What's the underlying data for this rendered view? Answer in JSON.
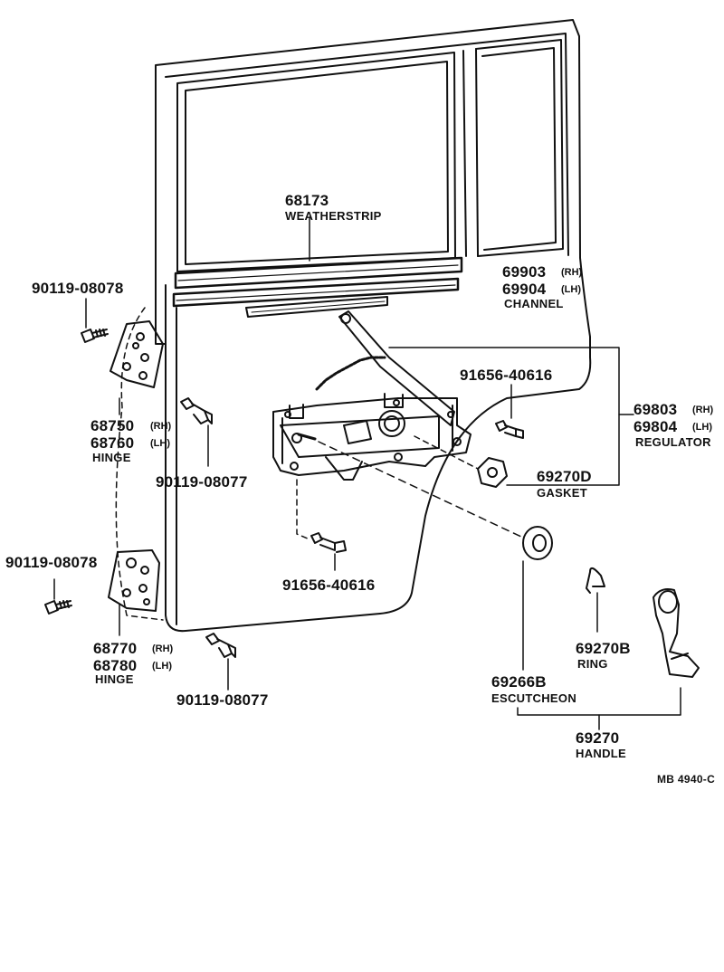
{
  "drawing_code": "MB 4940-C",
  "labels": {
    "weatherstrip_no": "68173",
    "weatherstrip_name": "WEATHERSTRIP",
    "channel_rh_no": "69903",
    "channel_rh_side": "(RH)",
    "channel_lh_no": "69904",
    "channel_lh_side": "(LH)",
    "channel_name": "CHANNEL",
    "screw_top_left": "90119-08078",
    "hinge_upper_rh_no": "68750",
    "hinge_upper_rh_side": "(RH)",
    "hinge_upper_lh_no": "68760",
    "hinge_upper_lh_side": "(LH)",
    "hinge_upper_name": "HINGE",
    "bolt_upper_mid": "90119-08077",
    "regulator_bolt_top": "91656-40616",
    "regulator_rh_no": "69803",
    "regulator_rh_side": "(RH)",
    "regulator_lh_no": "69804",
    "regulator_lh_side": "(LH)",
    "regulator_name": "REGULATOR",
    "gasket_no": "69270D",
    "gasket_name": "GASKET",
    "regulator_bolt_bottom": "91656-40616",
    "screw_lower_left": "90119-08078",
    "hinge_lower_rh_no": "68770",
    "hinge_lower_rh_side": "(RH)",
    "hinge_lower_lh_no": "68780",
    "hinge_lower_lh_side": "(LH)",
    "hinge_lower_name": "HINGE",
    "bolt_lower": "90119-08077",
    "ring_no": "69270B",
    "ring_name": "RING",
    "escutcheon_no": "69266B",
    "escutcheon_name": "ESCUTCHEON",
    "handle_no": "69270",
    "handle_name": "HANDLE"
  }
}
